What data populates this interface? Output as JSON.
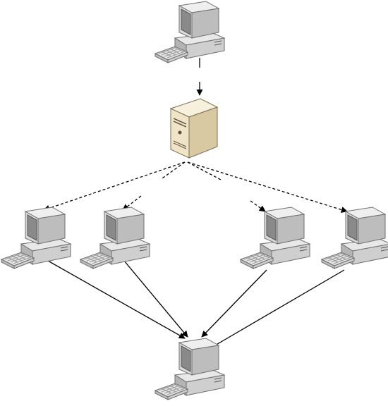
{
  "diagram": {
    "nodes": [
      {
        "id": "top-computer",
        "kind": "computer"
      },
      {
        "id": "server",
        "kind": "server"
      },
      {
        "id": "computer-left-1",
        "kind": "computer"
      },
      {
        "id": "computer-left-2",
        "kind": "computer"
      },
      {
        "id": "computer-right-1",
        "kind": "computer"
      },
      {
        "id": "computer-right-2",
        "kind": "computer"
      },
      {
        "id": "bottom-computer",
        "kind": "computer"
      }
    ],
    "connections": [
      {
        "from": "top-computer",
        "to": "server",
        "style": "solid"
      },
      {
        "from": "server",
        "to": "computer-left-1",
        "style": "dashed"
      },
      {
        "from": "server",
        "to": "computer-left-2",
        "style": "dashed"
      },
      {
        "from": "server",
        "to": "computer-right-1",
        "style": "dashed"
      },
      {
        "from": "server",
        "to": "computer-right-2",
        "style": "dashed"
      },
      {
        "from": "computer-left-1",
        "to": "bottom-computer",
        "style": "solid"
      },
      {
        "from": "computer-left-2",
        "to": "bottom-computer",
        "style": "solid"
      },
      {
        "from": "computer-right-1",
        "to": "bottom-computer",
        "style": "solid"
      },
      {
        "from": "computer-right-2",
        "to": "bottom-computer",
        "style": "solid"
      }
    ],
    "colors": {
      "monitor_body": "#dcdcdc",
      "monitor_shade": "#a8a8a8",
      "screen": "#7d7d7d",
      "server_body": "#f3e9cf",
      "server_side": "#d8c9a4",
      "line": "#000000"
    }
  }
}
